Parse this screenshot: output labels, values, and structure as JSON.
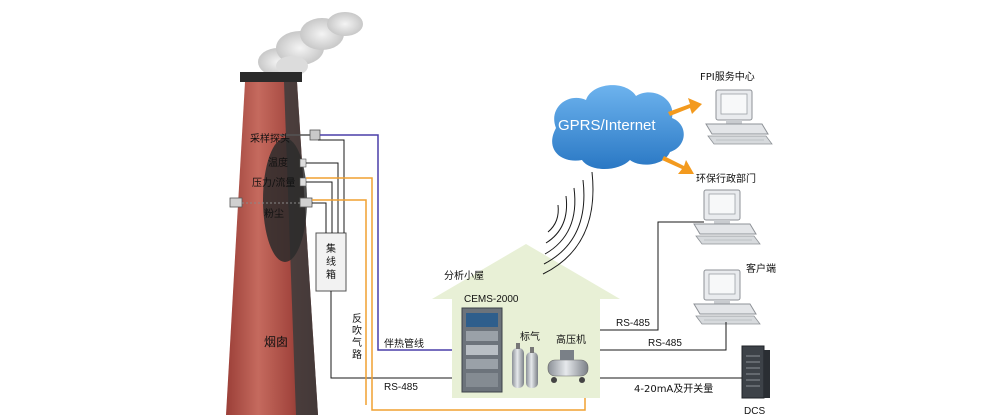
{
  "labels": {
    "sampling_probe": "采样探头",
    "temperature": "温度",
    "pressure_flow": "压力/流量",
    "dust": "粉尘",
    "junction_box": "集线箱",
    "blowback_line": "反吹气路",
    "chimney": "烟囱",
    "heated_line": "伴热管线",
    "rs485_bottom": "RS-485",
    "analysis_shelter": "分析小屋",
    "cems_model": "CEMS-2000",
    "standard_gas": "标气",
    "compressor": "高压机",
    "cloud": "GPRS/Internet",
    "fpi_center": "FPI服务中心",
    "env_dept": "环保行政部门",
    "client": "客户端",
    "rs485_upper": "RS-485",
    "rs485_middle": "RS-485",
    "analog_io": "4-20mA及开关量",
    "dcs": "DCS"
  },
  "colors": {
    "signal_line": "#1a1a1a",
    "heated_line": "#4a3fa8",
    "gas_line": "#f0a030",
    "arrow": "#f39a1e",
    "cloud": "#3b8ed6",
    "shelter": "#e8f0d6",
    "chimney": "#b05048"
  },
  "icons": {
    "computer": "desktop-computer-icon",
    "server": "server-tower-icon",
    "wireless": "wireless-signal-icon",
    "cloud": "cloud-icon"
  }
}
